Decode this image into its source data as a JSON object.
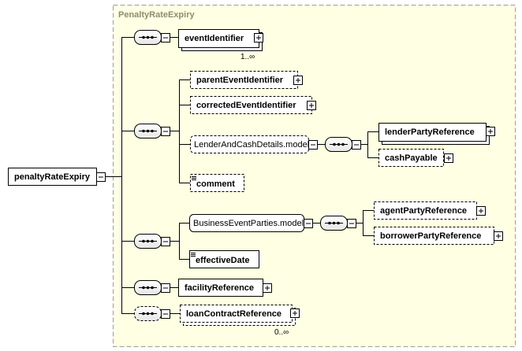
{
  "diagram": {
    "group_title": "PenaltyRateExpiry",
    "root": "penaltyRateExpiry",
    "elements": {
      "event_identifier": "eventIdentifier",
      "event_identifier_cardinality": "1..∞",
      "parent_event_identifier": "parentEventIdentifier",
      "corrected_event_identifier": "correctedEventIdentifier",
      "lender_cash_model": "LenderAndCashDetails.model",
      "lender_party_reference": "lenderPartyReference",
      "cash_payable": "cashPayable",
      "comment": "comment",
      "business_event_parties_model": "BusinessEventParties.model",
      "agent_party_reference": "agentPartyReference",
      "borrower_party_reference": "borrowerPartyReference",
      "effective_date": "effectiveDate",
      "facility_reference": "facilityReference",
      "loan_contract_reference": "loanContractReference",
      "loan_contract_cardinality": "0..∞"
    }
  }
}
